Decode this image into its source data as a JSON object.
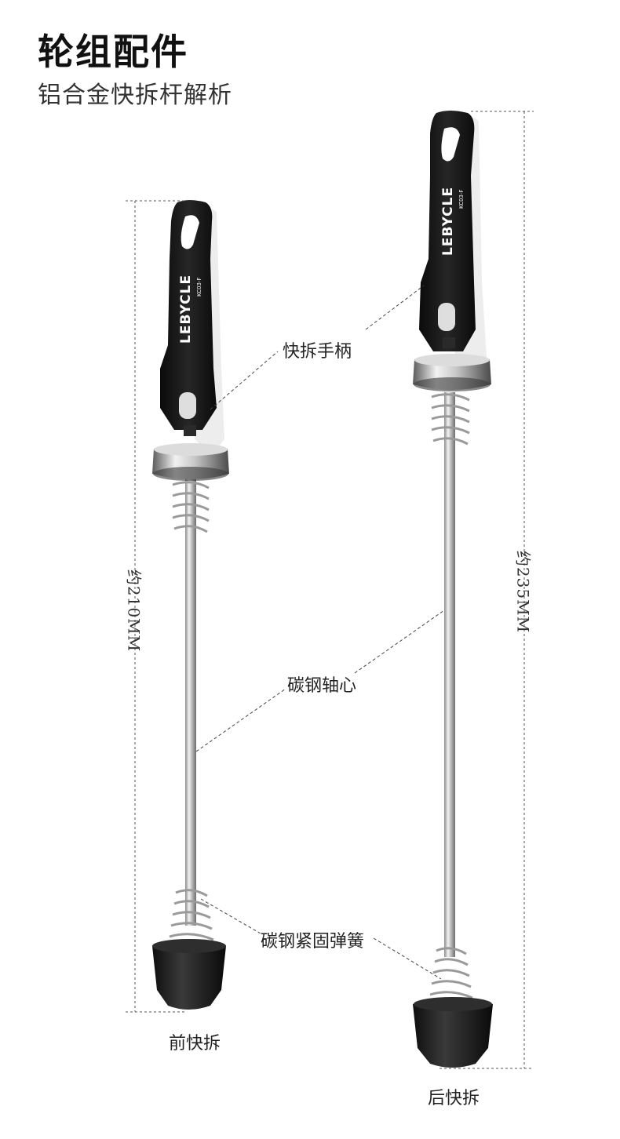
{
  "header": {
    "title": "轮组配件",
    "subtitle": "铝合金快拆杆解析"
  },
  "brand": {
    "logo_text": "LEBYCLE",
    "model_text": "KC03-F"
  },
  "callouts": {
    "handle": "快拆手柄",
    "axle": "碳钢轴心",
    "spring": "碳钢紧固弹簧"
  },
  "dimensions": {
    "front_length": "约210MM",
    "rear_length": "约235MM"
  },
  "items": {
    "front_label": "前快拆",
    "rear_label": "后快拆"
  },
  "colors": {
    "handle": "#141414",
    "steel_light": "#eeeeee",
    "steel_dark": "#7a7a7a",
    "nut": "#1c1c1c"
  }
}
